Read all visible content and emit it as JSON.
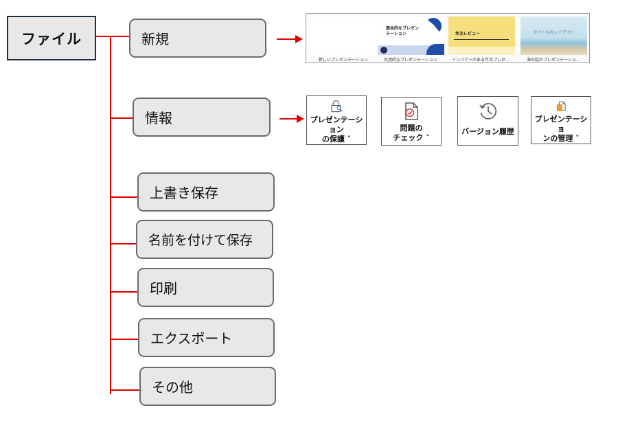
{
  "root": {
    "label": "ファイル"
  },
  "menu_items": [
    {
      "key": "new",
      "label": "新規"
    },
    {
      "key": "info",
      "label": "情報"
    },
    {
      "key": "save",
      "label": "上書き保存"
    },
    {
      "key": "saveas",
      "label": "名前を付けて保存"
    },
    {
      "key": "print",
      "label": "印刷"
    },
    {
      "key": "export",
      "label": "エクスポート"
    },
    {
      "key": "other",
      "label": "その他"
    }
  ],
  "templates": [
    {
      "label": "新しいプレゼンテーション",
      "title": ""
    },
    {
      "label": "汎用的なプレゼンテーション",
      "title": "基本的なプレゼン\nテーション"
    },
    {
      "label": "インパクトのある年次プレゼ…",
      "title": "年次レビュー"
    },
    {
      "label": "海の絵のプレゼンテーショ…",
      "title": "タイトルのレイアウト"
    }
  ],
  "info_buttons": [
    {
      "label": "プレゼンテーション\nの保護 ˅",
      "icon": "lock-key-icon"
    },
    {
      "label": "問題の\nチェック ˅",
      "icon": "document-check-icon"
    },
    {
      "label": "バージョン履歴",
      "icon": "history-clock-icon"
    },
    {
      "label": "プレゼンテーショ\nンの管理 ˅",
      "icon": "manage-document-icon"
    }
  ],
  "colors": {
    "connector": "#e00000",
    "box_fill": "#e8e8e8",
    "root_border": "#1f2d3a",
    "item_border": "#6b6b6b",
    "template_yellow": "#f4df7a",
    "template_blue": "#1f4ea8"
  }
}
